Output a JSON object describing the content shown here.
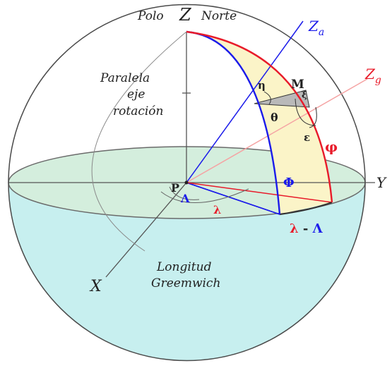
{
  "labels": {
    "polo": "Polo",
    "z": "Z",
    "norte": "Norte",
    "za_main": "Z",
    "za_sub": "a",
    "zg_main": "Z",
    "zg_sub": "g",
    "paralela": "Paralela",
    "eje": "eje",
    "rotacion": "rotación",
    "eta": "η",
    "m": "M",
    "xi": "ξ",
    "theta": "θ",
    "epsilon": "ε",
    "phi_red": "φ",
    "phi_blue": "Φ",
    "p": "P",
    "y": "Y",
    "lambda_blue": "Λ",
    "lambda_red": "λ",
    "lambda_diff_red": "λ",
    "lambda_diff_dash": "-",
    "lambda_diff_blue": "Λ",
    "longitud": "Longitud",
    "greemwich": "Greemwich",
    "x": "X"
  },
  "colors": {
    "sphere_lower": "#c7efef",
    "equator_fill": "#d4eedd",
    "wedge_fill": "#fbf4c8",
    "spherical_triangle": "#b9b9b9",
    "red": "#e81b2a",
    "blue": "#1b1bea",
    "pink": "#f5a3a3",
    "outline": "#555555",
    "text": "#222222"
  }
}
